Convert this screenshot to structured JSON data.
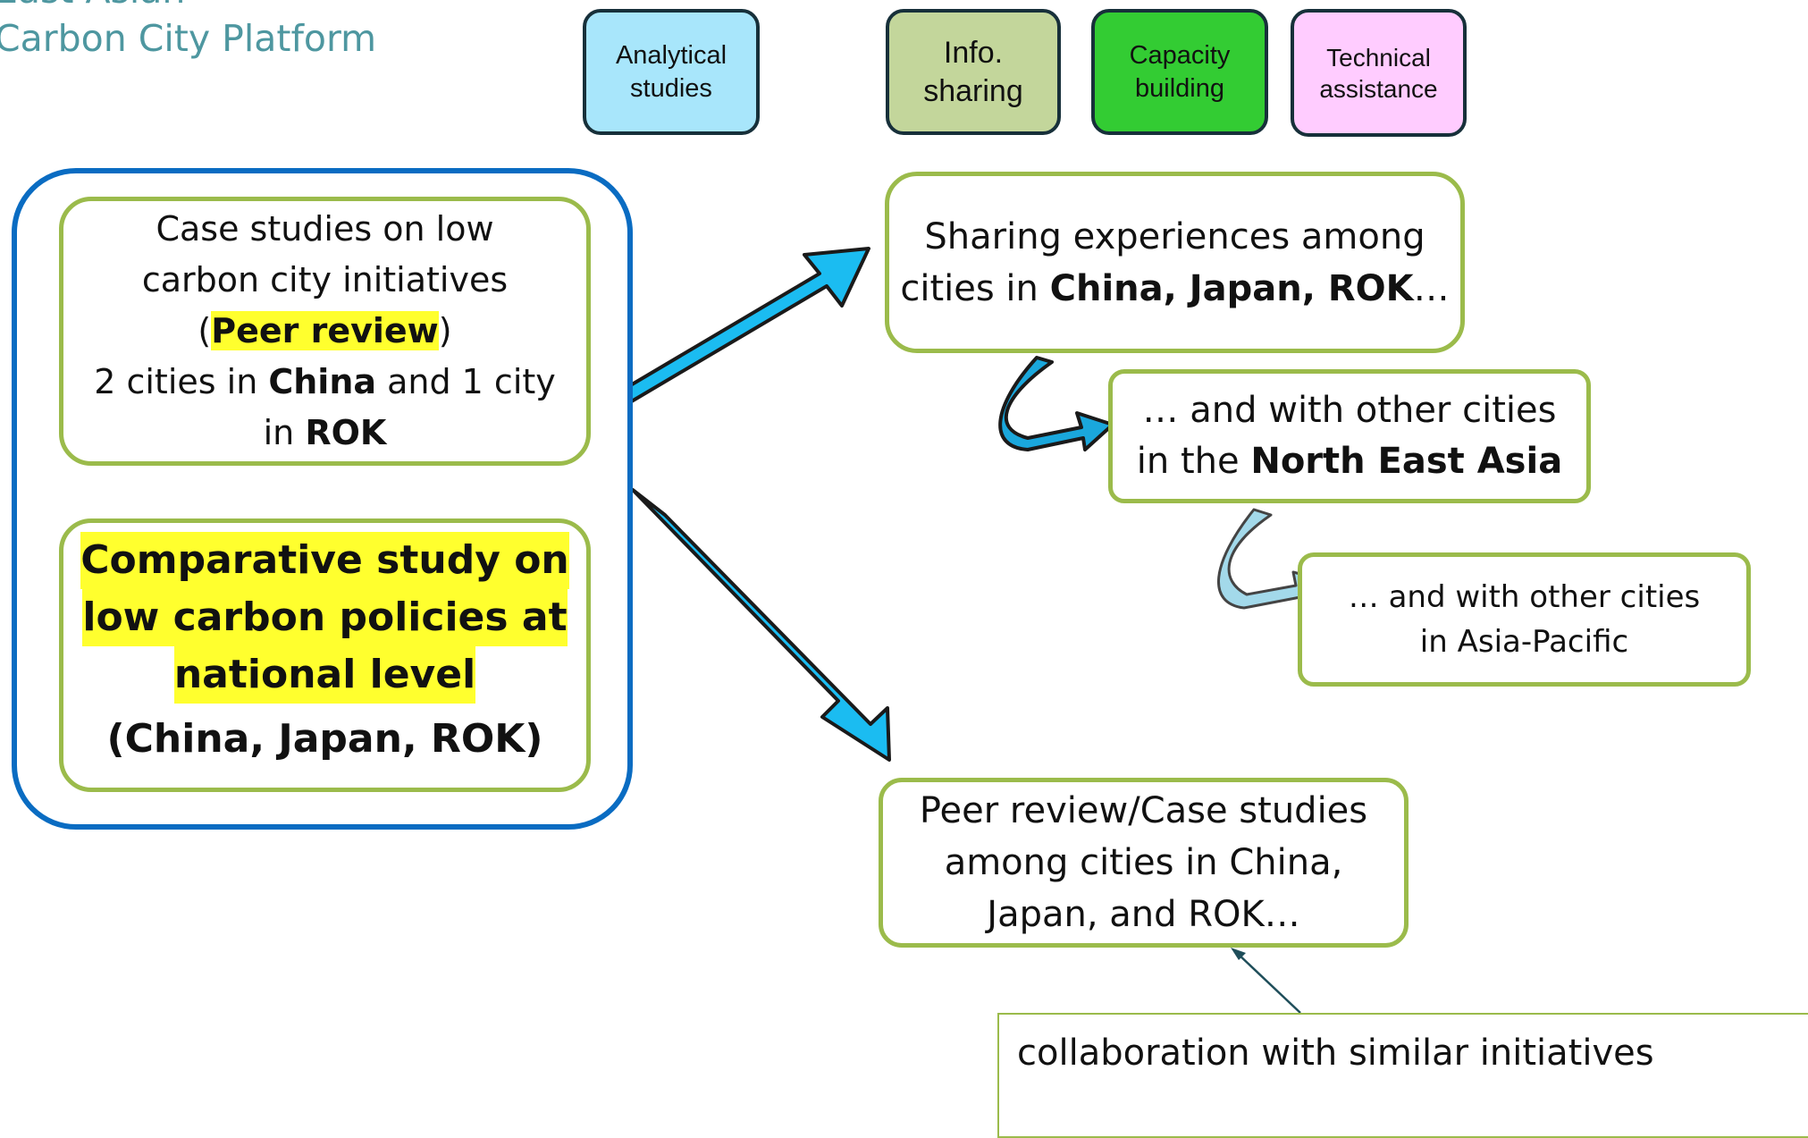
{
  "logo": {
    "line1": "East Asian",
    "line2": "Carbon City Platform"
  },
  "categories": {
    "analytical": "Analytical studies",
    "info": "Info. sharing",
    "capacity": "Capacity building",
    "technical": "Technical assistance"
  },
  "left_panel": {
    "case": {
      "line1": "Case studies on low",
      "line2": "carbon city initiatives",
      "open_paren": "(",
      "highlight": "Peer review",
      "close_paren": ")",
      "line4_pre": "2 cities in ",
      "line4_bold": "China",
      "line4_post": " and 1 city",
      "line5_pre": "in ",
      "line5_bold": "ROK"
    },
    "comparative": {
      "line1": "Comparative study on",
      "line2": "low carbon policies at",
      "line3": "national level",
      "countries": "(China, Japan, ROK)"
    }
  },
  "sharing": {
    "line1": "Sharing experiences among",
    "line2_pre": "cities in ",
    "line2_bold": "China, Japan, ROK",
    "line2_post": "…"
  },
  "northeast": {
    "line1": "… and with other cities",
    "line2_pre": "in the ",
    "line2_bold": "North East Asia"
  },
  "asiapacific": {
    "line1": "… and with other cities",
    "line2": "in Asia-Pacific"
  },
  "peer": {
    "line1": "Peer review/Case studies",
    "line2": "among cities in China,",
    "line3": "Japan, and ROK…"
  },
  "collaboration": {
    "text": "collaboration with similar initiatives"
  },
  "colors": {
    "analytical": "#a8e6fb",
    "info": "#c3d69b",
    "capacity": "#33cc33",
    "technical": "#ffccff",
    "frame_blue": "#0a6cc2",
    "box_green": "#9bbb4b",
    "arrow_fill": "#1bbcf1",
    "highlight": "#ffff2e"
  }
}
